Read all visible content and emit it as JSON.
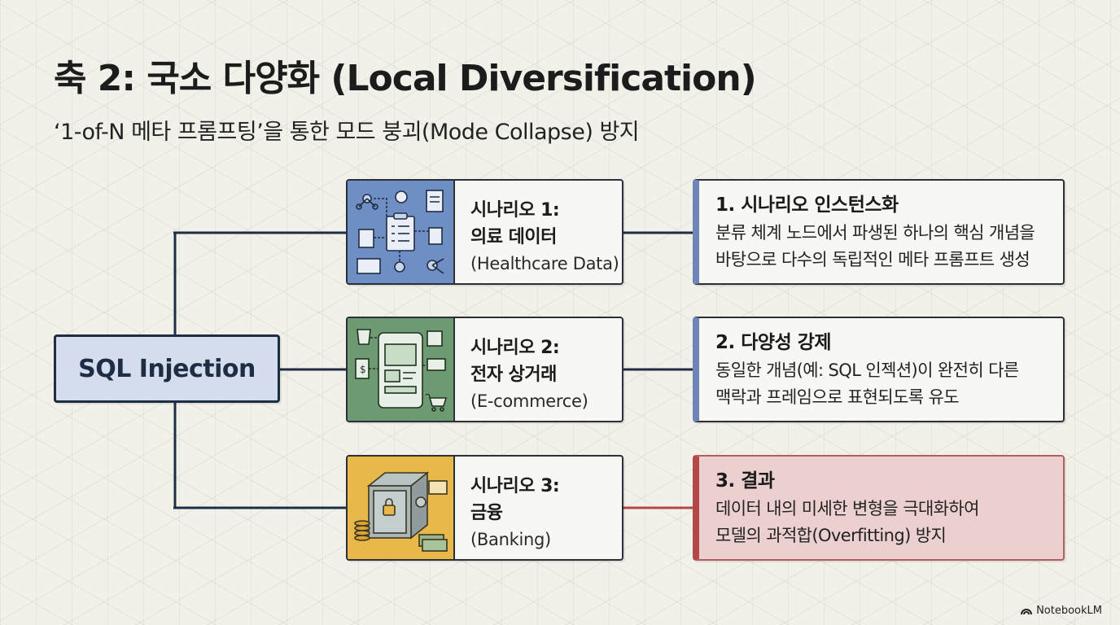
{
  "title": "축 2: 국소 다양화 (Local Diversification)",
  "subtitle": "‘1-of-N 메타 프롬프팅’을 통한 모드 붕괴(Mode Collapse) 방지",
  "root": {
    "label": "SQL Injection"
  },
  "scenarios": [
    {
      "label": "시나리오 1:",
      "name": "의료 데이터",
      "english": "(Healthcare Data)",
      "icon": "healthcare-data-icon",
      "color": "#6f8fc4"
    },
    {
      "label": "시나리오 2:",
      "name": "전자 상거래",
      "english": "(E-commerce)",
      "icon": "ecommerce-icon",
      "color": "#6e9a72"
    },
    {
      "label": "시나리오 3:",
      "name": "금융",
      "english": "(Banking)",
      "icon": "banking-safe-icon",
      "color": "#e8b84a"
    }
  ],
  "panels": [
    {
      "title": "1. 시나리오 인스턴스화",
      "lines": [
        "분류 체계 노드에서 파생된 하나의 핵심 개념을",
        "바탕으로 다수의 독립적인 메타 프롬프트 생성"
      ]
    },
    {
      "title": "2. 다양성 강제",
      "lines": [
        "동일한 개념(예: SQL 인젝션)이 완전히 다른",
        "맥락과 프레임으로 표현되도록 유도"
      ]
    },
    {
      "title": "3. 결과",
      "lines": [
        "데이터 내의 미세한 변형을 극대화하여",
        "모델의 과적합(Overfitting) 방지"
      ]
    }
  ],
  "brand": "NotebookLM",
  "colors": {
    "root_bg": "#d3ddeb",
    "result_bg": "#ecd0cf",
    "result_accent": "#b24848",
    "panel_accent": "#6e86b5"
  }
}
